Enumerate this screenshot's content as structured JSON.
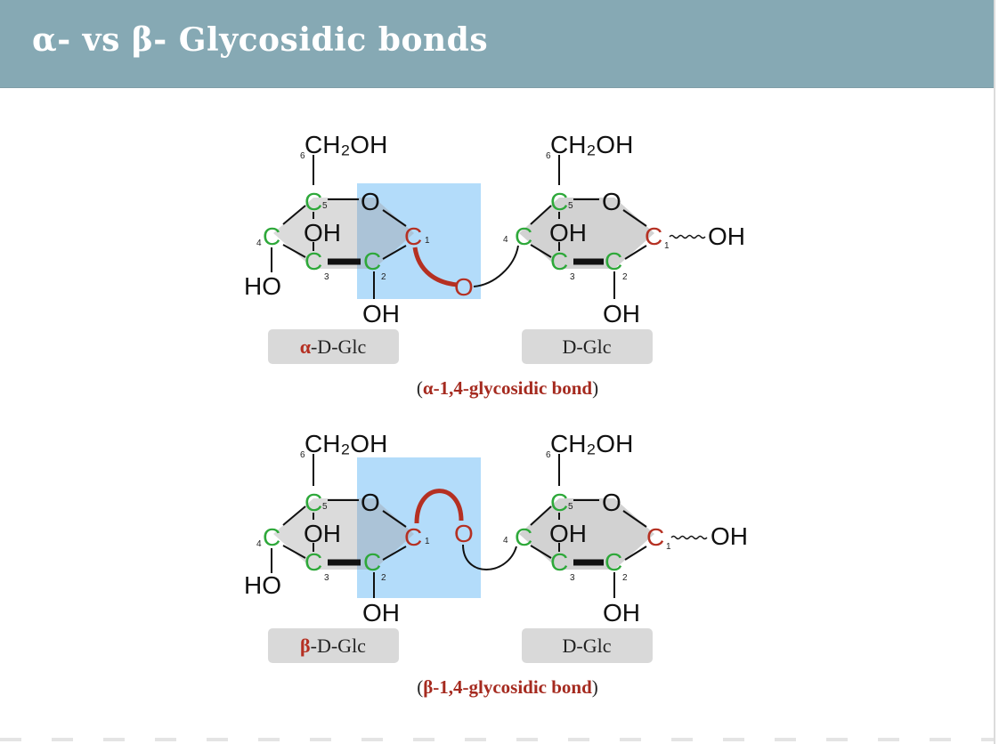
{
  "header": {
    "title": "α- vs β- Glycosidic bonds"
  },
  "atoms": {
    "ch2oh": "CH₂OH",
    "oh": "OH",
    "ho": "HO",
    "o": "O",
    "c": "C",
    "n1": "1",
    "n2": "2",
    "n3": "3",
    "n4": "4",
    "n5": "5",
    "n6": "6"
  },
  "top": {
    "left_prefix": "α",
    "left_name": "-D-Glc",
    "right_name": "D-Glc",
    "bond_open": "(",
    "bond_label": "α-1,4-glycosidic bond",
    "bond_close": ")"
  },
  "bottom": {
    "left_prefix": "β",
    "left_name": "-D-Glc",
    "right_name": "D-Glc",
    "bond_open": "(",
    "bond_label": "β-1,4-glycosidic bond",
    "bond_close": ")"
  },
  "colors": {
    "header_bg": "#86a9b4",
    "ring_fill": "#d2d2d2",
    "highlight": "#b3dcfa",
    "carbon_green": "#2ea83a",
    "carbon_red": "#b53022",
    "pill_bg": "#d9d9d9"
  }
}
